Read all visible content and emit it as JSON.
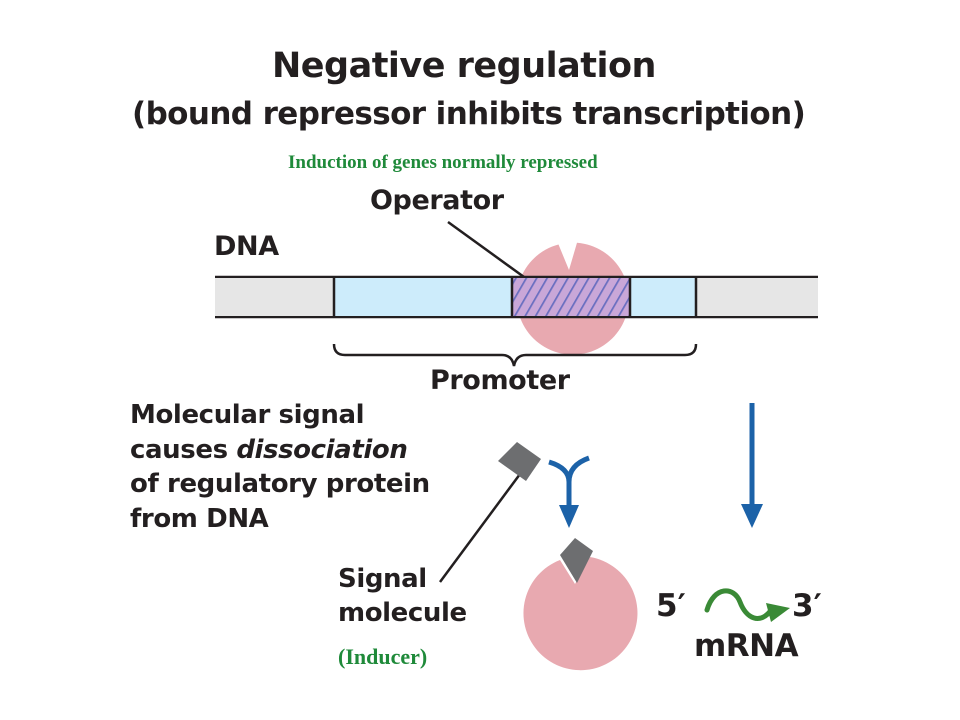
{
  "title": "Negative regulation",
  "subtitle": "(bound repressor inhibits transcription)",
  "induction_note": "Induction of genes normally repressed",
  "labels": {
    "operator": "Operator",
    "dna": "DNA",
    "promoter": "Promoter"
  },
  "description": {
    "line1": "Molecular signal",
    "line2_pre": "causes ",
    "line2_em": "dissociation",
    "line3": "of regulatory protein",
    "line4": "from DNA"
  },
  "signal_label": {
    "line1": "Signal",
    "line2": "molecule",
    "inducer": "(Inducer)"
  },
  "mrna": {
    "five_prime": "5′",
    "three_prime": "3′",
    "label": "mRNA"
  },
  "colors": {
    "note_green": "#1f8a3a",
    "dna_gray": "#e6e6e6",
    "promoter_blue": "#cdecfb",
    "operator_hatch": "#7b7fc4",
    "repressor_pink": "#e8a9b0",
    "arrow_blue": "#1c62a8",
    "inducer_gray": "#6d6e70",
    "mrna_green": "#3a8a36"
  }
}
